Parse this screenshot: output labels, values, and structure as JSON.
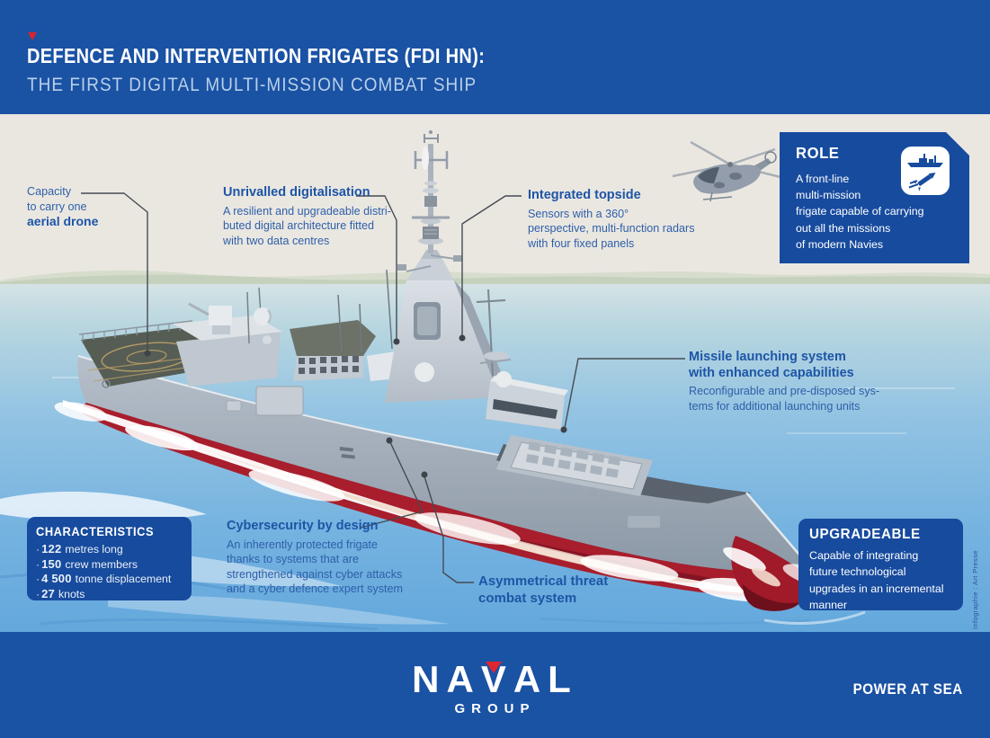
{
  "header": {
    "title_line1": "DEFENCE AND INTERVENTION FRIGATES (FDI HN):",
    "title_line2": "THE FIRST DIGITAL MULTI-MISSION COMBAT SHIP"
  },
  "callouts": {
    "capacity": {
      "line1": "Capacity\nto carry one",
      "bold": "aerial drone"
    },
    "digitalisation": {
      "heading": "Unrivalled digitalisation",
      "body": "A resilient and upgradeable distri-\nbuted digital architecture fitted\nwith two data centres"
    },
    "topside": {
      "heading": "Integrated topside",
      "body": "Sensors with a 360°\nperspective, multi-function radars\nwith four fixed panels"
    },
    "missile": {
      "heading": "Missile launching system\nwith enhanced capabilities",
      "body": "Reconfigurable and pre-disposed sys-\ntems for additional launching units"
    },
    "cybersecurity": {
      "heading": "Cybersecurity by design",
      "body": "An inherently protected frigate\nthanks to systems that are\nstrengthened against cyber attacks\nand a cyber defence expert system"
    },
    "asymmetrical": {
      "heading": "Asymmetrical threat\ncombat system"
    }
  },
  "role_box": {
    "heading": "ROLE",
    "body": "A front-line\nmulti-mission\nfrigate capable of carrying\nout all the missions\nof modern Navies",
    "icon": "frigate-and-missile-icon"
  },
  "characteristics_box": {
    "heading": "CHARACTERISTICS",
    "bullet": "·",
    "items": [
      {
        "num": "122",
        "text": "metres long"
      },
      {
        "num": "150",
        "text": "crew members"
      },
      {
        "num": "4 500",
        "text": "tonne displacement"
      },
      {
        "num": "27",
        "text": "knots"
      }
    ]
  },
  "upgradeable_box": {
    "heading": "UPGRADEABLE",
    "body": "Capable of integrating\nfuture technological\nupgrades in an incremental\nmanner"
  },
  "footer": {
    "logo_left": "NA",
    "logo_v": "V",
    "logo_right": "AL",
    "logo_sub": "GROUP",
    "tagline": "POWER AT SEA"
  },
  "credit": "Infographie : Art Presse",
  "colors": {
    "band_blue": "#1a52a4",
    "box_blue": "#174b9e",
    "heading_blue": "#1d55a6",
    "body_blue": "#2e5fa9",
    "hull_red": "#a81e2c",
    "logo_red": "#e02631"
  }
}
